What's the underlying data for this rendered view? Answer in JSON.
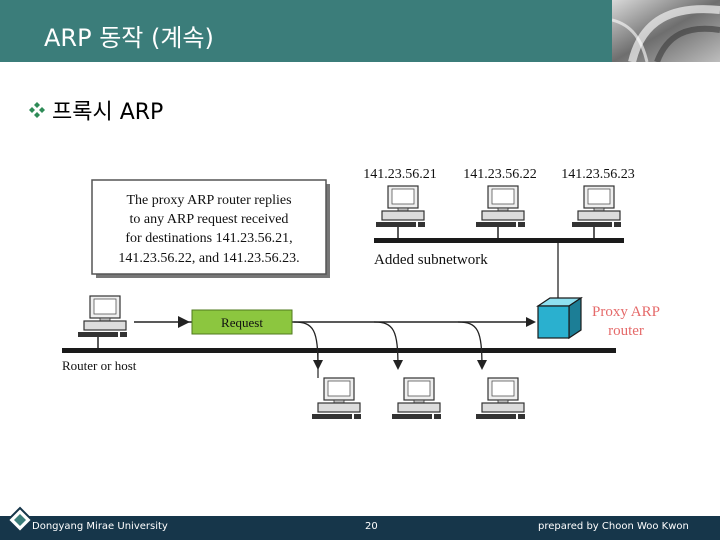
{
  "title": "ARP 동작 (계속)",
  "bullet": {
    "text": "프록시 ARP"
  },
  "diagram": {
    "callout_lines": [
      "The proxy ARP router replies",
      "to any ARP request received",
      "for destinations 141.23.56.21,",
      "141.23.56.22, and 141.23.56.23."
    ],
    "ip_1": "141.23.56.21",
    "ip_2": "141.23.56.22",
    "ip_3": "141.23.56.23",
    "subnet_label": "Added subnetwork",
    "router_label_line1": "Proxy ARP",
    "router_label_line2": "router",
    "request_label": "Request",
    "host_label": "Router or host"
  },
  "footer": {
    "left": "Dongyang Mirae University",
    "page": "20",
    "right": "prepared by Choon Woo Kwon"
  },
  "colors": {
    "header": "#3b7d7a",
    "footer": "#16364a",
    "request_box": "#8cc63f",
    "router_cube": "#2ab0cf",
    "router_label": "#e56a6a"
  }
}
